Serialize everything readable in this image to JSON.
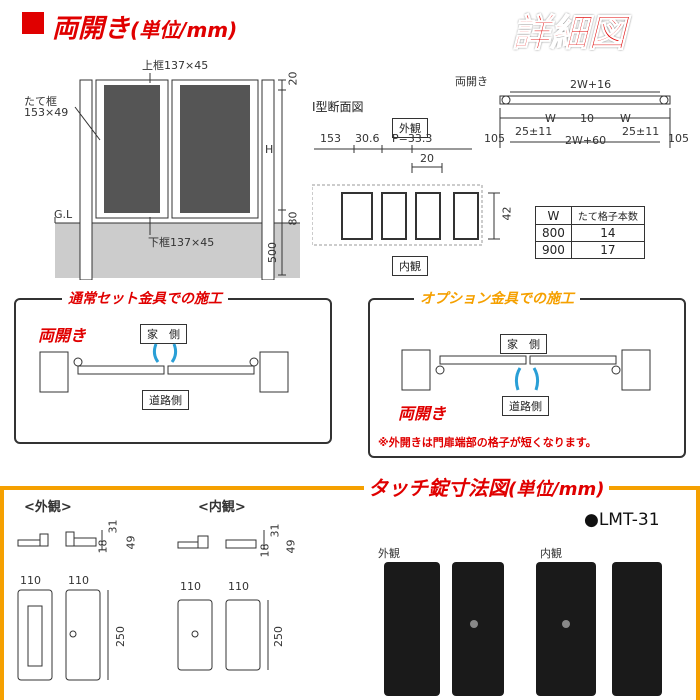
{
  "header": {
    "title_main": "両開き",
    "title_unit": "(単位/mm)",
    "detail_title": "詳細図"
  },
  "elevation": {
    "top_rail": "上框137×45",
    "stile": "たて框",
    "stile_size": "153×49",
    "bottom_rail": "下框137×45",
    "gl": "G.L",
    "dim_20": "20",
    "dim_h": "H",
    "dim_80": "80",
    "dim_500": "500"
  },
  "section": {
    "title": "I型断面図",
    "outside": "外観",
    "inside": "内観",
    "dim_153": "153",
    "dim_306": "30.6",
    "dim_p": "P=33.3",
    "dim_20": "20",
    "dim_42": "42"
  },
  "plan": {
    "label": "両開き",
    "dim_total": "2W+16",
    "dim_w1": "W",
    "dim_10": "10",
    "dim_w2": "W",
    "dim_105a": "105",
    "dim_25a": "25±11",
    "dim_2w60": "2W+60",
    "dim_25b": "25±11",
    "dim_105b": "105"
  },
  "w_table": {
    "headers": [
      "W",
      "たて格子本数"
    ],
    "rows": [
      [
        "800",
        "14"
      ],
      [
        "900",
        "17"
      ]
    ]
  },
  "standard_panel": {
    "title": "通常セット金具での施工",
    "label": "両開き",
    "house_side": "家　側",
    "road_side": "道路側"
  },
  "option_panel": {
    "title": "オプション金具での施工",
    "label": "両開き",
    "house_side": "家　側",
    "road_side": "道路側",
    "note": "※外開きは門扉端部の格子が短くなります。"
  },
  "touch_lock": {
    "title": "タッチ錠寸法図",
    "unit": "(単位/mm)",
    "model": "●LMT-31",
    "outside_label": "<外観>",
    "inside_label": "<内観>",
    "o_31": "31",
    "o_18": "18",
    "o_49": "49",
    "o_110a": "110",
    "o_110b": "110",
    "o_250": "250",
    "i_31": "31",
    "i_18": "18",
    "i_49": "49",
    "i_110a": "110",
    "i_110b": "110",
    "i_250": "250",
    "photo_outside": "外観",
    "photo_inside": "内観"
  },
  "colors": {
    "accent_red": "#e00000",
    "frame_orange": "#f5a000",
    "product_black": "#1a1a1a"
  }
}
